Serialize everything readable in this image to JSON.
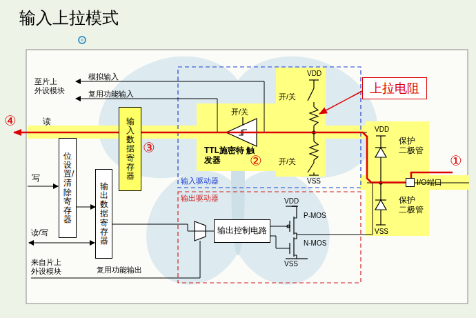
{
  "diagram": {
    "title": "输入上拉模式",
    "nodes": [
      {
        "text": [
          "位设置/清除寄存器"
        ]
      },
      {
        "text": [
          "输出数据寄存器"
        ]
      },
      {
        "text": [
          "输入数据寄存器"
        ]
      },
      {
        "text": [
          "输入驱动器"
        ]
      },
      {
        "text": [
          "输出驱动器"
        ]
      },
      {
        "text": [
          "输出控制电路"
        ],
        "in": 4
      },
      {
        "text": [
          "上拉电阻"
        ]
      },
      {
        "text": [
          "I/O端口"
        ]
      }
    ],
    "edges": [
      {
        "from": 0,
        "to": 1,
        "arrow": "to"
      },
      {
        "from": 1,
        "to": 5,
        "arrow": "none"
      },
      {
        "from": 7,
        "to": 2,
        "arrow": "none"
      }
    ],
    "labels": [
      "至片上 外设模块",
      "模拟输入",
      "复用功能输入",
      "④",
      "读",
      "③",
      "写",
      "读/写",
      "来自片上 外设模块",
      "复用功能输出",
      "开/关",
      "TTL施密特 触发器",
      "②",
      "VDD",
      "开/关",
      "开/关",
      "VSS",
      "VDD",
      "保护 二极管",
      "保护 二极管",
      "VSS",
      "①",
      "VDD",
      "P-MOS",
      "N-MOS",
      "VSS"
    ]
  }
}
